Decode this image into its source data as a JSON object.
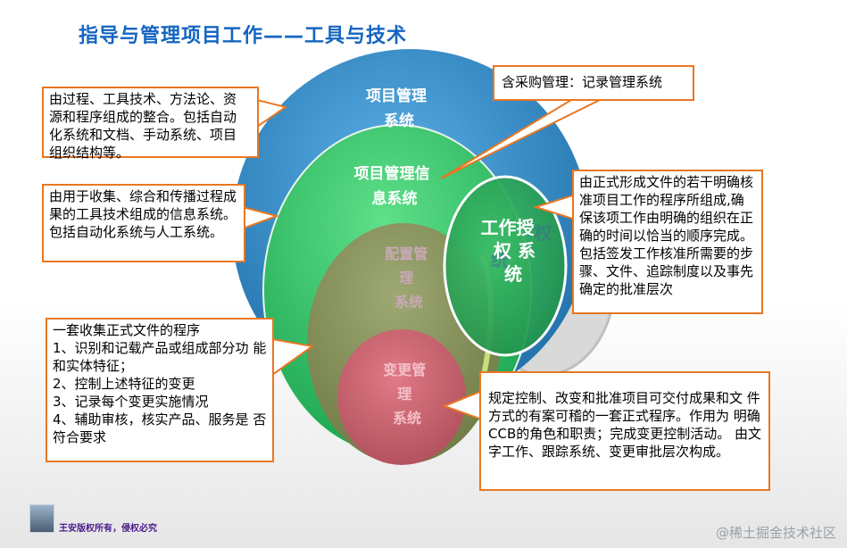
{
  "title": "指导与管理项目工作——工具与技术",
  "circles": {
    "project_mgmt_system": "项目管理\n系统",
    "pmis": "项目管理信\n息系统",
    "config_mgmt": "配置管\n理\n系统",
    "change_control": "变更管\n理\n系统",
    "work_authorization": "工作授\n权 系\n统",
    "work_authorization_shadow": "权\n统"
  },
  "callouts": {
    "pm_system": "由过程、工具技术、方法论、资 源和程序组成的整合。包括自动 化系统和文档、手动系统、项目 组织结构等。",
    "procurement": "含采购管理：记录管理系统",
    "pmis": "由用于收集、综合和传播过程成果的工具技术组成的信息系统。包括自动化系统与人工系统。",
    "work_auth": "由正式形成文件的若干明确核准项目工作的程序所组成,确保该项工作由明确的组织在正确的时间以恰当的顺序完成。包括签发工作核准所需要的步骤、文件、追踪制度以及事先确定的批准层次",
    "config": "一套收集正式文件的程序\n1、识别和记载产品或组成部分功 能和实体特征；\n2、控制上述特征的变更\n3、记录每个变更实施情况\n4、辅助审核，核实产品、服务是 否符合要求",
    "change": "规定控制、改变和批准项目可交付成果和文 件方式的有案可稽的一套正式程序。作用为 明确CCB的角色和职责；完成变更控制活动。 由文字工作、跟踪系统、变更审批层次构成。"
  },
  "footer": {
    "copyright": "王安版权所有，侵权必究"
  },
  "watermark": "@稀土掘金技术社区",
  "colors": {
    "title": "#1565c0",
    "outer_blue": "#2e86c1",
    "green": "#2ecc71",
    "olive": "#8a9a5b",
    "red": "#c0606a",
    "callout_border": "#e87722"
  }
}
